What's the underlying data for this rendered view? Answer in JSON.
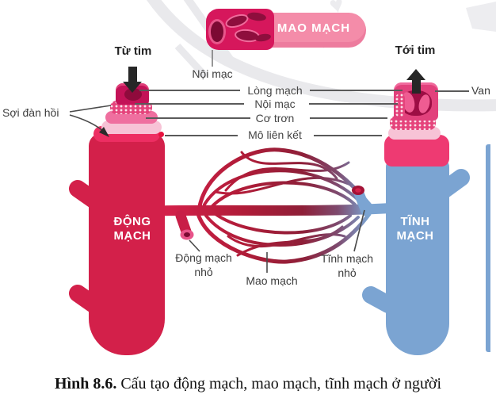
{
  "caption": {
    "bold": "Hình 8.6.",
    "text": "Cấu tạo động mạch, mao mạch, tĩnh mạch ở người"
  },
  "capillary": {
    "banner": "MAO MẠCH",
    "endothelium_label": "Nội mạc"
  },
  "artery": {
    "flow": "Từ tim",
    "name1": "ĐỘNG",
    "name2": "MẠCH",
    "elastic_label": "Sợi đàn hồi",
    "small_label1": "Động mạch",
    "small_label2": "nhỏ"
  },
  "vein": {
    "flow": "Tới tim",
    "name1": "TĨNH",
    "name2": "MẠCH",
    "valve_label": "Van",
    "small_label1": "Tĩnh mạch",
    "small_label2": "nhỏ"
  },
  "network": {
    "capillary_label": "Mao mạch"
  },
  "layers": [
    "Lòng mạch",
    "Nội mạc",
    "Cơ trơn",
    "Mô liên kết"
  ],
  "colors": {
    "artery_red": "#d3204a",
    "vein_blue": "#7ba4d2",
    "wall_pink": "#ee3a72",
    "pale_pink": "#f7c3d6",
    "dotted_pink": "#e5447c",
    "deep_magenta": "#c31257",
    "capillary_pink": "#f48ca9",
    "decor_gray": "#e9e9ec",
    "text_dark": "#3d3d3d"
  }
}
